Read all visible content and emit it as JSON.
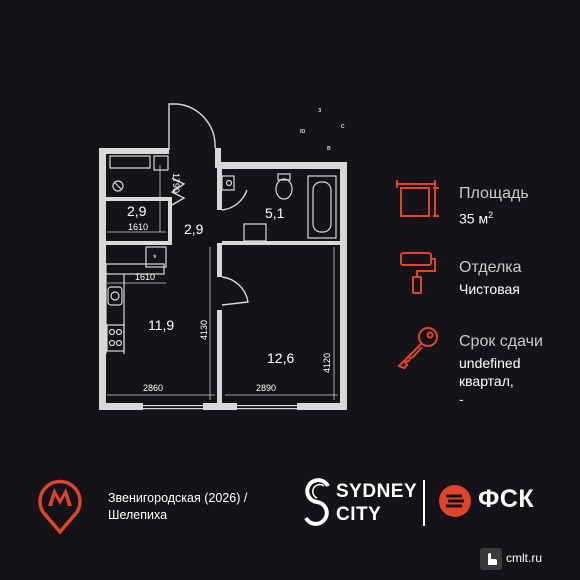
{
  "plan": {
    "rooms": [
      {
        "id": "bath-small",
        "area": "2,9"
      },
      {
        "id": "hall",
        "area": "2,9"
      },
      {
        "id": "bathroom",
        "area": "5,1"
      },
      {
        "id": "kitchen",
        "area": "11,9"
      },
      {
        "id": "living",
        "area": "12,6"
      }
    ],
    "dimensions": {
      "d1790": "1790",
      "d1610_top": "1610",
      "d1610_mid": "1610",
      "d4130": "4130",
      "d4120": "4120",
      "d2860": "2860",
      "d2890": "2890"
    },
    "compass": {
      "n": "з",
      "e": "с",
      "s": "в",
      "w": "ю"
    },
    "star_mark": "*"
  },
  "info": {
    "area": {
      "label": "Площадь",
      "value": "35 м",
      "unit_sup": "2"
    },
    "finish": {
      "label": "Отделка",
      "value": "Чистовая"
    },
    "deadline": {
      "label": "Срок сдачи",
      "value_line1": "undefined",
      "value_line2": "квартал,",
      "value_line3": "-"
    }
  },
  "footer": {
    "metro_line1": "Звенигородская (2026) /",
    "metro_line2": "Шелепиха",
    "brand_line1": "SYDNEY",
    "brand_line2": "CITY",
    "developer": "ФСК",
    "watermark": "cmlt.ru"
  },
  "colors": {
    "background": "#151317",
    "accent": "#e0452b",
    "walls": "#d8d8d8",
    "text": "#ffffff"
  }
}
